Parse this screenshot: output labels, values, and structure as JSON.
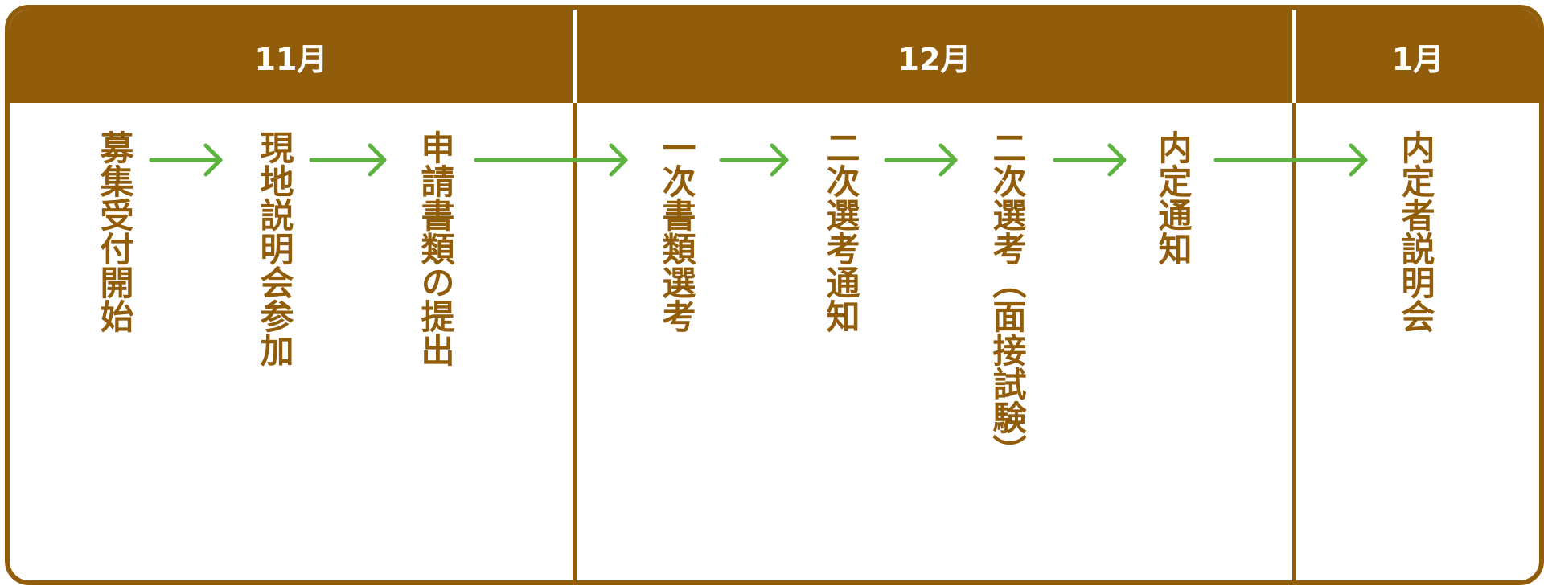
{
  "months": [
    {
      "label": "11月"
    },
    {
      "label": "12月"
    },
    {
      "label": "1月"
    }
  ],
  "steps": [
    {
      "label": "募集受付開始"
    },
    {
      "label": "現地説明会参加"
    },
    {
      "label": "申請書類の提出"
    },
    {
      "label": "一次書類選考"
    },
    {
      "label": "二次選考通知"
    },
    {
      "label": "二次選考（面接試験）"
    },
    {
      "label": "内定通知"
    },
    {
      "label": "内定者説明会"
    }
  ],
  "colors": {
    "brand": "#925d0b",
    "arrow": "#5cb43e",
    "background": "#ffffff"
  }
}
